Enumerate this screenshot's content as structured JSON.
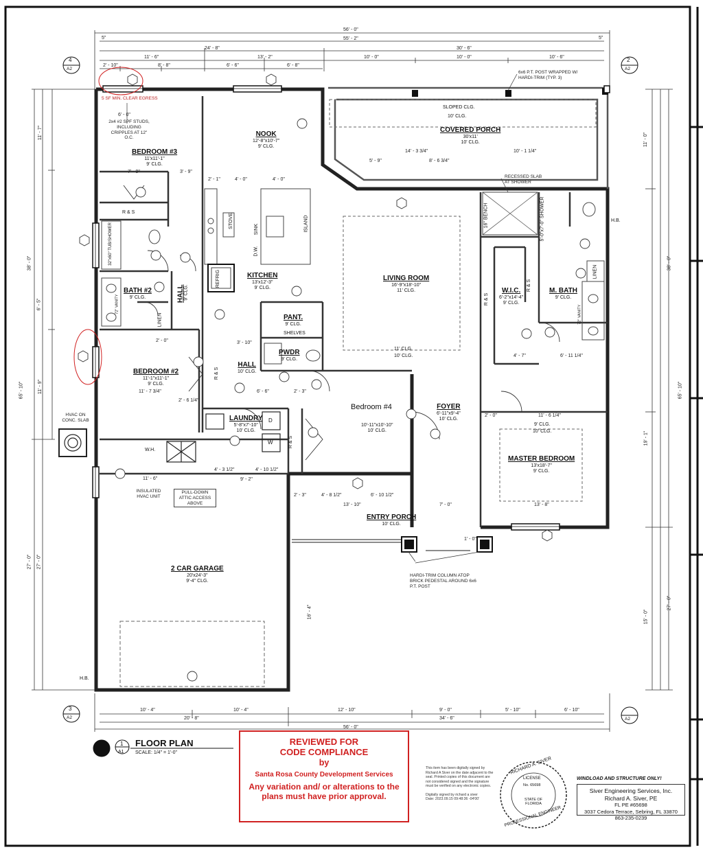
{
  "title": {
    "number": "1",
    "sheet": "A1",
    "name": "FLOOR PLAN",
    "scale": "SCALE: 1/4\" = 1'-0\""
  },
  "rooms": {
    "bedroom3": {
      "name": "BEDROOM #3",
      "size": "11'x11'-1\"",
      "clg": "9' CLG."
    },
    "nook": {
      "name": "NOOK",
      "size": "12'-8\"x10'-7\"",
      "clg": "9' CLG."
    },
    "covered_porch": {
      "name": "COVERED PORCH",
      "size": "30'x11'",
      "clg": "10' CLG.",
      "sloped": "SLOPED CLG.",
      "clg2": "10' CLG."
    },
    "kitchen": {
      "name": "KITCHEN",
      "size": "13'x12'-3\"",
      "clg": "9' CLG."
    },
    "living": {
      "name": "LIVING ROOM",
      "size": "16'-9\"x18'-10\"",
      "clg": "11' CLG.",
      "clg2": "11' CLG.",
      "clg3": "10' CLG."
    },
    "wic": {
      "name": "W.I.C.",
      "size": "6'-2\"x14'-4\"",
      "clg": "9' CLG."
    },
    "mbath": {
      "name": "M. BATH",
      "clg": "9' CLG."
    },
    "bath2": {
      "name": "BATH #2",
      "clg": "9' CLG."
    },
    "pant": {
      "name": "PANT.",
      "clg": "9' CLG.",
      "shelves": "SHELVES"
    },
    "pwdr": {
      "name": "PWDR",
      "clg": "9' CLG."
    },
    "hall": {
      "name": "HALL",
      "clg": "10' CLG."
    },
    "hall_v": {
      "name": "HALL",
      "clg": "9' CLG."
    },
    "bedroom2": {
      "name": "BEDROOM #2",
      "size": "11'-1\"x11'-1\"",
      "clg": "9' CLG."
    },
    "bedroom4": {
      "name": "Bedroom #4",
      "size": "10'-11\"x10'-10\"",
      "clg": "10' CLG."
    },
    "foyer": {
      "name": "FOYER",
      "size": "6'-11\"x9'-4\"",
      "clg": "10' CLG."
    },
    "laundry": {
      "name": "LAUNDRY",
      "size": "5'-8\"x7'-10\"",
      "clg": "10' CLG."
    },
    "master": {
      "name": "MASTER BEDROOM",
      "size": "13'x18'-7\"",
      "clg": "9' CLG.",
      "clg2": "9' CLG.",
      "clg3": "10' CLG."
    },
    "entry_porch": {
      "name": "ENTRY PORCH",
      "clg": "10' CLG."
    },
    "garage": {
      "name": "2 CAR GARAGE",
      "size": "20'x24'-3\"",
      "clg": "9'-4\" CLG."
    }
  },
  "fixtures": {
    "stove": "STOVE",
    "sink": "SINK",
    "island": "ISLAND",
    "dw": "D.W.",
    "refrig": "REFRIG",
    "rs": "R & S",
    "linen": "LINEN",
    "tub": "32\"x60\" TUB/SHOWER",
    "wh": "W.H.",
    "dryer": "D",
    "washer": "W",
    "bench": "16\" BENCH",
    "shower": "5'-0\"x7'-0\" SHOWER",
    "vanity": "72\" VANITY",
    "hb": "H.B."
  },
  "notes": {
    "egress": "5 SF MIN. CLEAR EGRESS",
    "studs": "2x4 #2 SPF STUDS, INCLUDING CRIPPLES AT 12\" O.C.",
    "post": "6x6 P.T. POST WRAPPED W/ HARDI-TRIM (TYP. 3)",
    "recessed": "RECESSED SLAB AT SHOWER",
    "hvac_slab": "HVAC ON CONC. SLAB",
    "hvac_unit": "INSULATED HVAC UNIT",
    "attic": "PULL-DOWN ATTIC ACCESS ABOVE",
    "column": "HARDI-TRIM COLUMN ATOP BRICK PEDESTAL AROUND 6x6 P.T. POST"
  },
  "dims_top": {
    "overall": "56' - 0\"",
    "overall2": "55' - 2\"",
    "left": "24' - 8\"",
    "right": "30' - 6\"",
    "d1": "11' - 6\"",
    "d2": "13' - 2\"",
    "d3": "10' - 0\"",
    "d4": "10' - 0\"",
    "d5": "10' - 6\"",
    "d6": "2' - 10\"",
    "d7": "8' - 8\"",
    "d8": "6' - 6\"",
    "d9": "6' - 8\"",
    "edge": "5\""
  },
  "dims_bottom": {
    "overall": "56' - 0\"",
    "left": "20' - 8\"",
    "right": "34' - 6\"",
    "d1": "10' - 4\"",
    "d2": "10' - 4\"",
    "d3": "12' - 10\"",
    "d4": "9' - 0\"",
    "d5": "5' - 10\"",
    "d6": "6' - 10\""
  },
  "dims_left": {
    "overall": "65' - 10\"",
    "d1": "38' - 0\"",
    "d2": "27' - 0\"",
    "d3": "11' - 7\"",
    "d4": "6' - 5\"",
    "d5": "11' - 9\""
  },
  "dims_right": {
    "overall": "65' - 10\"",
    "d1": "38' - 0\"",
    "d2": "27' - 0\"",
    "d3": "11' - 0\"",
    "d4": "19' - 1\"",
    "d5": "15' - 0\""
  },
  "dims_misc": {
    "a": "14' - 3 3/4\"",
    "b": "10' - 1 1/4\"",
    "c": "5' - 9\"",
    "d": "8' - 6 3/4\"",
    "e": "7' - 9\"",
    "f": "3' - 9\"",
    "g": "2' - 1\"",
    "h": "4' - 0\"",
    "i": "4' - 0\"",
    "j": "3' - 10\"",
    "k": "11' - 7 3/4\"",
    "l": "2' - 6 1/4\"",
    "m": "6' - 6\"",
    "n": "2' - 3\"",
    "o": "11' - 6\"",
    "p": "4' - 3 1/2\"",
    "q": "4' - 10 1/2\"",
    "r": "9' - 2\"",
    "s": "4' - 8 1/2\"",
    "t": "6' - 10 1/2\"",
    "u": "13' - 10\"",
    "v": "7' - 0\"",
    "w": "13' - 8\"",
    "x": "11' - 6 1/4\"",
    "y": "6' - 11 1/4\"",
    "z": "4' - 7\"",
    "aa": "2' - 0\"",
    "bb": "2' - 0\"",
    "cc": "6' - 0\"",
    "dd": "1' - 0\"",
    "ee": "16' - 4\"",
    "ff": "2' - 3\""
  },
  "markers": {
    "sec4": "4",
    "sec2": "2",
    "sec3": "3",
    "sec1": "1",
    "sheet": "A2"
  },
  "stamp": {
    "l1": "REVIEWED FOR",
    "l2": "CODE COMPLIANCE",
    "l3": "by",
    "l4": "Santa Rosa County Development Services",
    "l5": "Any variation and/ or alterations to the",
    "l6": "plans must have prior approval."
  },
  "seal": {
    "name": "RICHARD A. SIVER",
    "license": "LICENSE",
    "no": "No. 65698",
    "state": "STATE OF FLORIDA",
    "prof": "PROFESSIONAL ENGINEER"
  },
  "signature": {
    "text": "This item has been digitally signed by Richard A Siver on the date adjacent to the seal. Printed copies of this document are not considered signed and the signature must be verified on any electronic copies.",
    "digital": "Digitally signed by richard a siver",
    "date": "Date: 2023.09.15 09:48:36 -04'00'"
  },
  "engineer": {
    "header": "WINDLOAD AND STRUCTURE ONLY!",
    "l1": "Siver Engineering Services, Inc.",
    "l2": "Richard A. Siver, PE",
    "l3": "FL PE #65698",
    "l4": "3037 Cedora Terrace, Sebring, FL 33870",
    "l5": "863-235-0239"
  }
}
